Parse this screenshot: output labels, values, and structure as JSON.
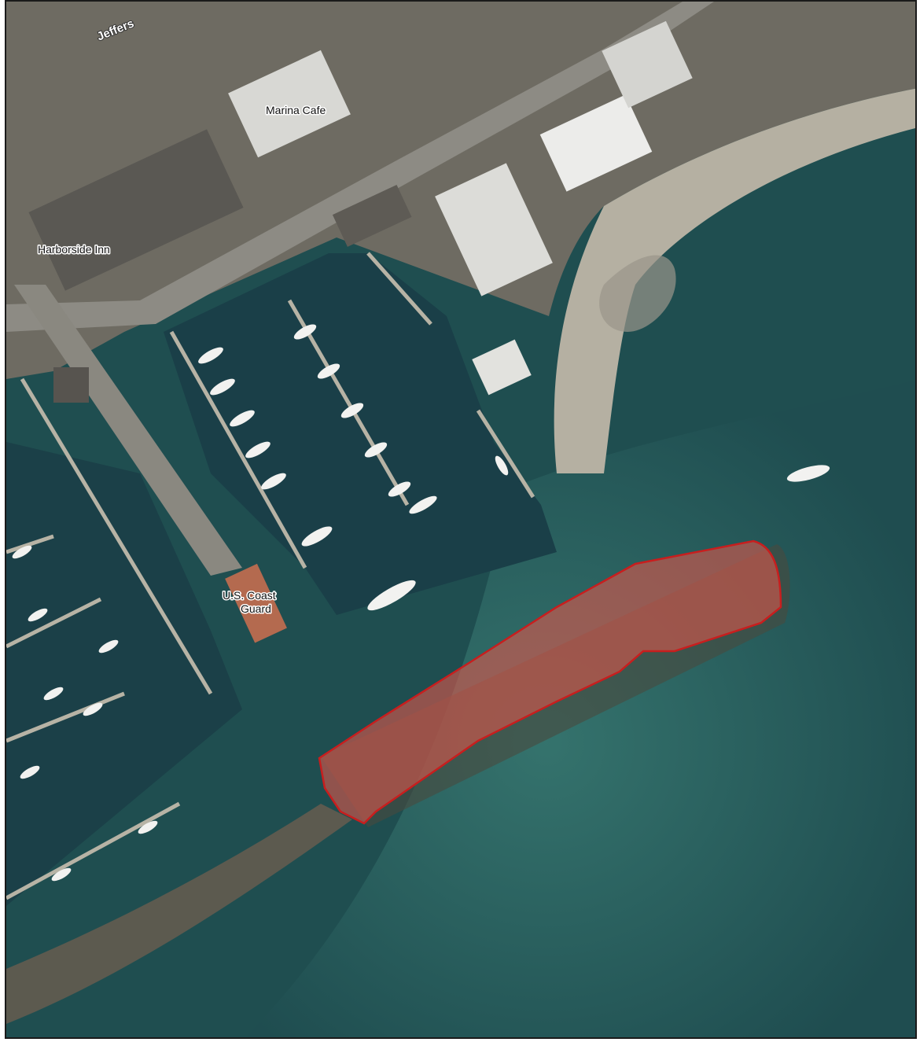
{
  "map": {
    "labels": {
      "road": "Jeffers",
      "marina_cafe": "Marina Cafe",
      "harborside_inn": "Harborside Inn",
      "coast_guard_line1": "U.S. Coast",
      "coast_guard_line2": "Guard"
    },
    "highlight": {
      "fill_color": "#d9574c",
      "stroke_color": "#c81e1e"
    },
    "colors": {
      "deep_water": "#1d4a4c",
      "shallow_water": "#2f6b66",
      "land": "#6f6a5f",
      "beach": "#b9b4a6",
      "road": "#8a8880",
      "marina_water": "#1a3f48"
    }
  }
}
